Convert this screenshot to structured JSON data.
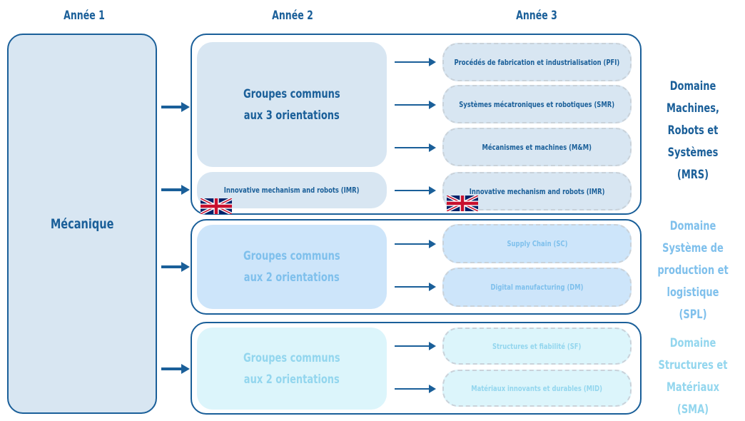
{
  "years": {
    "y1": "Année 1",
    "y2": "Année 2",
    "y3": "Année 3"
  },
  "year1": {
    "label": "Mécanique"
  },
  "domains": {
    "mrs": {
      "title_lines": [
        "Domaine",
        "Machines,",
        "Robots et",
        "Systèmes (MRS)"
      ],
      "group_lines": [
        "Groupes communs",
        "aux 3 orientations"
      ],
      "imr_year2": "Innovative mechanism and robots (IMR)",
      "pills": [
        "Procédés de fabrication et industrialisation (PFI)",
        "Systèmes mécatroniques et robotiques (SMR)",
        "Mécanismes et machines (M&M)",
        "Innovative mechanism and robots (IMR)"
      ]
    },
    "spl": {
      "title_lines": [
        "Domaine",
        "Système de",
        "production et",
        "logistique (SPL)"
      ],
      "group_lines": [
        "Groupes communs",
        "aux 2 orientations"
      ],
      "pills": [
        "Supply Chain (SC)",
        "Digital manufacturing (DM)"
      ]
    },
    "sma": {
      "title_lines": [
        "Domaine",
        "Structures et",
        "Matériaux (SMA)"
      ],
      "group_lines": [
        "Groupes communs",
        "aux 2 orientations"
      ],
      "pills": [
        "Structures et fiabilité (SF)",
        "Matériaux innovants et durables (MID)"
      ]
    }
  },
  "colors": {
    "primary": "#1a5f99",
    "mrs_fill": "#d8e6f2",
    "spl_fill": "#cde5fa",
    "spl_text": "#7fc0ec",
    "sma_fill": "#dcf5fb",
    "sma_text": "#93d6ee"
  }
}
